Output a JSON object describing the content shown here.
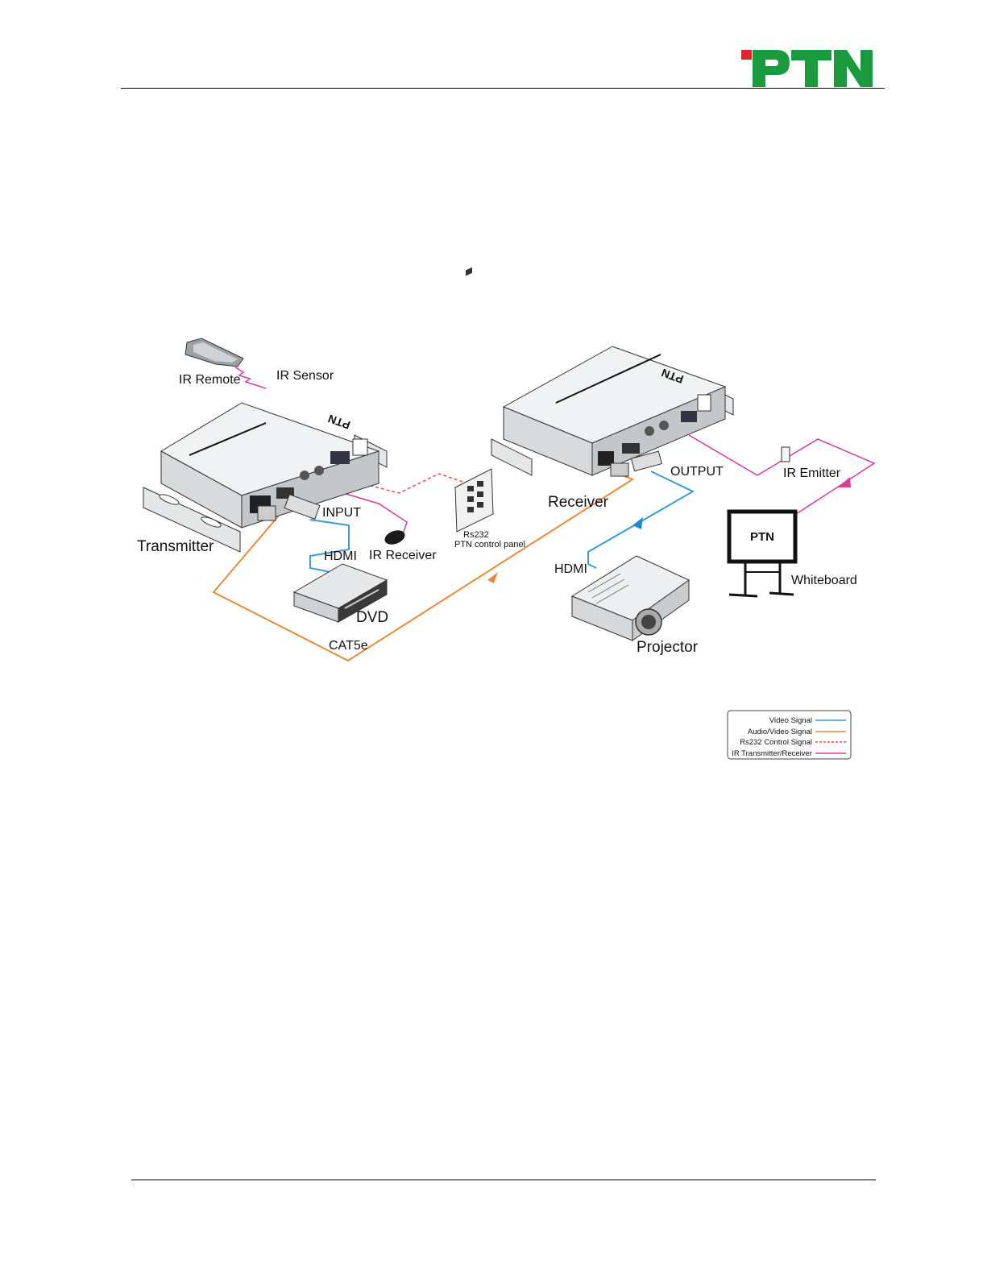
{
  "header": {
    "logo_text": "PTN",
    "colors": {
      "logo_green": "#1a9a3c",
      "logo_red": "#e0252b"
    }
  },
  "diagram": {
    "labels": {
      "ir_remote": "IR Remote",
      "ir_sensor": "IR Sensor",
      "transmitter": "Transmitter",
      "input": "INPUT",
      "hdmi_in": "HDMI",
      "ir_receiver": "IR Receiver",
      "dvd": "DVD",
      "cat5e": "CAT5e",
      "rs232": "Rs232",
      "ptn_control_panel": "PTN control panel",
      "receiver": "Receiver",
      "output": "OUTPUT",
      "hdmi_out": "HDMI",
      "projector": "Projector",
      "ir_emitter": "IR Emitter",
      "whiteboard": "Whiteboard",
      "whiteboard_logo": "PTN",
      "box_logo_tx": "PTN",
      "box_logo_rx": "PTN"
    },
    "legend": [
      {
        "label": "Video Signal",
        "color": "#3b9bd6",
        "style": "solid"
      },
      {
        "label": "Audio/Video Signal",
        "color": "#e58a3a",
        "style": "solid"
      },
      {
        "label": "Rs232 Control Signal",
        "color": "#d9534f",
        "style": "dashed"
      },
      {
        "label": "IR Transmitter/Receiver",
        "color": "#d63c9a",
        "style": "solid"
      }
    ]
  }
}
